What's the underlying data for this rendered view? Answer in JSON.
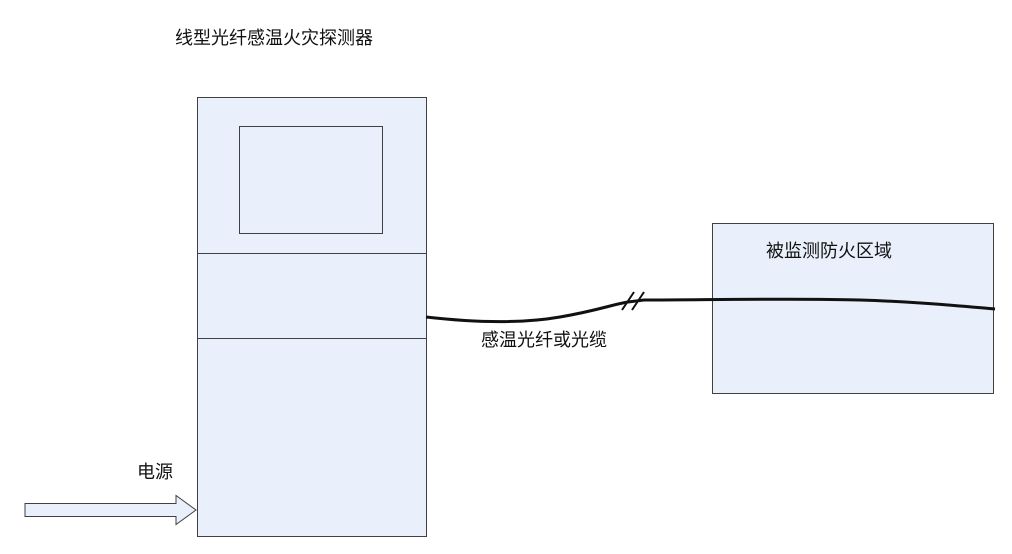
{
  "detector": {
    "title": "线型光纤感温火灾探测器"
  },
  "cable": {
    "label": "感温光纤或光缆"
  },
  "zone": {
    "label": "被监测防火区域"
  },
  "power": {
    "label": "电源"
  },
  "colors": {
    "box_fill": "#eaf0fb",
    "stroke": "#404040",
    "cable": "#111111"
  }
}
